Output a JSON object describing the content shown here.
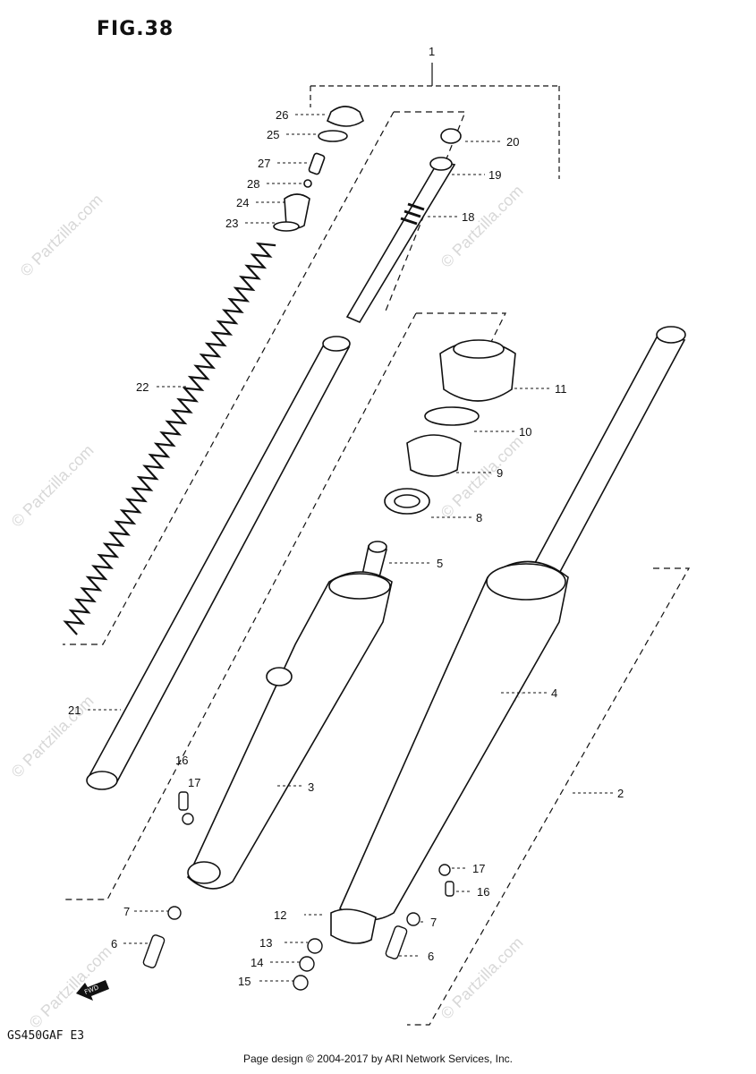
{
  "figure": {
    "title": "FIG.38",
    "model_code": "GS450GAF E3",
    "credit": "Page design © 2004-2017 by ARI Network Services, Inc.",
    "watermark": "© Partzilla.com",
    "fwd_label": "FWD"
  },
  "callouts": [
    {
      "id": "c1",
      "label": "1"
    },
    {
      "id": "c2",
      "label": "2"
    },
    {
      "id": "c3",
      "label": "3"
    },
    {
      "id": "c4",
      "label": "4"
    },
    {
      "id": "c5",
      "label": "5"
    },
    {
      "id": "c6a",
      "label": "6"
    },
    {
      "id": "c6b",
      "label": "6"
    },
    {
      "id": "c7a",
      "label": "7"
    },
    {
      "id": "c7b",
      "label": "7"
    },
    {
      "id": "c8",
      "label": "8"
    },
    {
      "id": "c9",
      "label": "9"
    },
    {
      "id": "c10",
      "label": "10"
    },
    {
      "id": "c11",
      "label": "11"
    },
    {
      "id": "c12",
      "label": "12"
    },
    {
      "id": "c13",
      "label": "13"
    },
    {
      "id": "c14",
      "label": "14"
    },
    {
      "id": "c15",
      "label": "15"
    },
    {
      "id": "c16a",
      "label": "16"
    },
    {
      "id": "c16b",
      "label": "16"
    },
    {
      "id": "c17a",
      "label": "17"
    },
    {
      "id": "c17b",
      "label": "17"
    },
    {
      "id": "c18",
      "label": "18"
    },
    {
      "id": "c19",
      "label": "19"
    },
    {
      "id": "c20",
      "label": "20"
    },
    {
      "id": "c21",
      "label": "21"
    },
    {
      "id": "c22",
      "label": "22"
    },
    {
      "id": "c23",
      "label": "23"
    },
    {
      "id": "c24",
      "label": "24"
    },
    {
      "id": "c25",
      "label": "25"
    },
    {
      "id": "c26",
      "label": "26"
    },
    {
      "id": "c27",
      "label": "27"
    },
    {
      "id": "c28",
      "label": "28"
    }
  ]
}
